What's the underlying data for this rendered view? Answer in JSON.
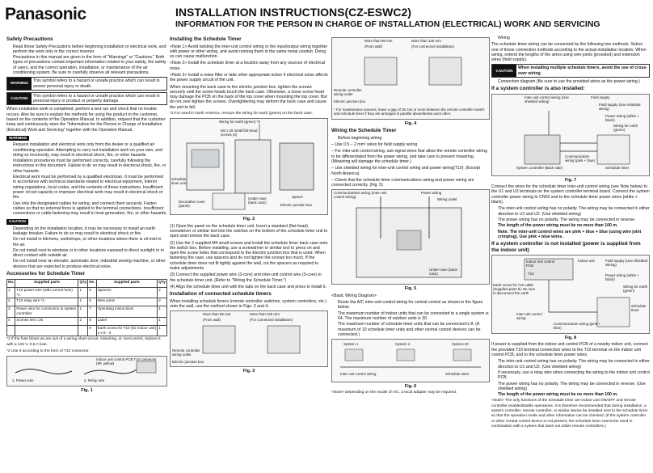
{
  "header": {
    "brand": "Panasonic",
    "title_line1": "INSTALLATION INSTRUCTIONS(CZ-ESWC2)",
    "title_line2": "INFORMATION FOR THE PERSON IN CHARGE OF INSTALLATION (ELECTRICAL) WORK AND SERVICING"
  },
  "col1": {
    "safety_heading": "Safety Precautions",
    "safety_bullets": [
      "Read these Safety Precautions before beginning installation or electrical work, and perform the work only in the correct manner.",
      "Precautions in this manual are given in the form of \"Warnings\" or \"Cautions.\" Both types of precautions contain important information related to your safety, the safety of users, and the correct operation, installation, or maintenance of the air conditioning system. Be sure to carefully observe all relevant precautions."
    ],
    "warning_tag": "WARNING",
    "warning_text": "This symbol refers to a hazard or unsafe practice which can result in severe personal injury or death.",
    "caution_tag": "CAUTION",
    "caution_text": "This symbol refers to a hazard or unsafe practice which can result in personal injury or product or property damage.",
    "after_text": "When installation work is completed, perform a test run and check that no trouble occurs. Also be sure to explain the methods for using the product to the customer, based on the contents of the Operation Manual. In addition, request that the customer keep and continuously store the \"Information for the Person in Charge of Installation (Electrical) Work and Servicing\" together with the Operation Manual.",
    "warning_bullets": [
      "Request installation and electrical work only from the dealer or a qualified air conditioning specialist. Attempting to carry out installation work on your own, and doing so incorrectly, may result in electrical shock, fire, or other hazards.",
      "Installation procedures must be performed correctly, carefully following the instructions in this document. Failure to do so may result in electrical shock, fire, or other hazards.",
      "Electrical work must be performed by a qualified electrician. It must be performed in accordance with technical standards related to electrical equipment, interior wiring regulations, local codes, and the contents of these instructions. Insufficient power circuit capacity or improper electrical work may result in electrical shock or fire.",
      "Use only the designated cables for wiring, and connect them securely. Fasten cables so that no external force is applied to the terminal connections. Insufficient connections or cable fastening may result in heat generation, fire, or other hazards."
    ],
    "caution_bullets": [
      "Depending on the installation location, it may be necessary to install an earth leakage breaker. Failure to do so may result in electrical shock or fire.",
      "Do not install in kitchens, workshops, or other locations where there is oil mist in the air.",
      "Do not install next to windows or in other locations exposed to direct sunlight or in direct contact with outside air.",
      "Do not install near an elevator, automatic door, industrial sewing machine, or other devices that are expected to produce electrical noise."
    ],
    "accessories_heading": "Accessories for Schedule Timer",
    "acc_headers": [
      "No.",
      "Supplied parts",
      "Q'ty",
      "No.",
      "Supplied parts",
      "Q'ty"
    ],
    "acc_rows": [
      [
        "1",
        "T10 power wire (with current fuse) *1",
        "1",
        "5",
        "Spacers",
        "2"
      ],
      [
        "2",
        "T10 relay wire *2",
        "1",
        "6",
        "Wire joints",
        "2"
      ],
      [
        "3",
        "Power wire for connection to system controller",
        "1",
        "7",
        "Operating instructions",
        "1"
      ],
      [
        "4",
        "Screws M4 x 25",
        "2",
        "8",
        "Label",
        "1"
      ],
      [
        "",
        "",
        "",
        "9",
        "Earth screw for T10 (for indoor unit) 4 x 6 - 3",
        "1"
      ]
    ],
    "acc_note1": "*1 If the fuse blows as are suit of a wiring short-circuit, miswiring, or overcurrent, replace it with a 125 V, 0.5 A fuse.",
    "acc_note2": "*2 Use it according to the form of T10 connector.",
    "fig1_caption": "Fig. 1",
    "fig1_labels": [
      "1. Power wire",
      "2. Relay wire",
      "Indoor unit control PCB T10 connector (6P, yellow)"
    ]
  },
  "col2": {
    "heading": "Installing the Schedule Timer",
    "notes": [
      "<Note 1> Avoid twisting the inter-unit control wiring or the input/output wiring together with power or other wiring, and avoid running them in the same metal conduit. Doing so can cause malfunction.",
      "<Note 2> Install the schedule timer at a location away from any sources of electrical noise.",
      "<Note 3> Install a noise filter or take other appropriate action if electrical noise affects the power supply circuit of the unit."
    ],
    "mount_text": "When mounting the back case to the electric junction box, tighten the screws securely until the screw heads touch the back case. Otherwise, a loose screw head may damage the PCB on the back of the top cover when mounting the top cover. But do not over-tighten the screws. Overtightening may deform the back case and cause the unit to fall.",
    "mount_note": "*3 For used in North America, remove the wiring for earth (green) on the back case.",
    "fig2_labels": [
      "Wiring for earth (green) *3",
      "M4 x 25 small flat-head screws (2)",
      "Schedule timer unit",
      "Decorative cover (panel)",
      "Under-case (back case)",
      "Spacer",
      "Electric junction box"
    ],
    "fig2_caption": "Fig. 2",
    "steps": [
      "(1) Open the panel on the schedule timer unit. Insert a standard (flat-head) screwdriver or similar tool into the notches on the bottom of the schedule timer unit to open and remove the back case.",
      "(2) Use the 2 supplied M4 small screws and install the schedule timer back case onto the switch box. Before installing, use a screwdriver or similar tool to press on and open the screw holes that correspond to the Electric junction box that is used. When fastening the case, use spacers and do not tighten the screws too much. If the schedule timer does not fit tightly against the wall, cut the spacers as required to make adjustments.",
      "(3) Connect the supplied power wire (3-core) and inter-unit control wire (3-core) to the schedule timer unit. (Refer to \"Wiring the Schedule Timer.\")",
      "(4) Align the schedule timer unit with the tabs on the back case and press to install it."
    ],
    "conn_heading": "Installation of connected schedule timers",
    "conn_text": "When installing schedule timers (remote controller switches, system controllers, etc.) onto the wall, use the method shown in Figs. 3 and 4.",
    "fig3_labels": [
      "More than 95 mm",
      "More than 125 mm",
      "(From wall)",
      "(For connected installation)",
      "Remote controller wiring outlet",
      "Electric junction box"
    ],
    "fig3_caption": "Fig. 3"
  },
  "col3": {
    "fig4_labels": [
      "More than 95 mm",
      "More than 125 mm",
      "(From wall)",
      "(For connected installation)",
      "Remote controller wiring outlet",
      "Electric junction box"
    ],
    "fig4_note": "* For maintenance reasons, leave a gap of 25 mm or more between the remote controller switch and schedule timer if they are arranged in parallel above/below each other.",
    "fig4_caption": "Fig. 4",
    "wiring_heading": "Wiring the Schedule Timer",
    "wiring_bullets": [
      "Before beginning wiring",
      "– Use 0.5 – 2 mm² wires for field supply wiring.",
      "– For inter-unit control wiring, use signal wires that allow the remote controller wiring to be differentiated from the power wiring, and take care to prevent miswiring. (Miswiring will damage the schedule timer.)",
      "– Use shielded wiring for inter-unit control wiring and power wiring(T10). (Except North America)",
      "– Check that the schedule timer communications wiring and power wiring are connected correctly. (Fig. 5)"
    ],
    "fig5_labels": [
      "Communications wiring (Inter-unit control wiring)",
      "Power wiring",
      "Wiring outlet",
      "Under-case (back case)"
    ],
    "fig5_caption": "Fig. 5",
    "basic_heading": "<Basic Wiring Diagram>",
    "basic_bullets": [
      "Route the A/C inter-unit control wiring for central control as shown in the figure below.",
      "The maximum number of indoor units that can be connected to a single system is 64. The maximum number of outdoor units is 30.",
      "The maximum number of schedule timer units that can be connected is 8. (A maximum of 10 schedule timer units and other central control devices can be connected.)"
    ],
    "fig6_labels": [
      "System 1",
      "System 2",
      "System 30",
      "Inter-unit control wiring",
      "Schedule timer"
    ],
    "fig6_caption": "Fig. 6",
    "fig6_note": "<Note> Depending on the model of A/C, a local adapter may be required."
  },
  "col4": {
    "wiring_bullet": "Wiring",
    "wiring_text": "The schedule timer wiring can be connected by the following two methods. Select one of these connection methods according to the actual installation location. When wiring, extend the lengths of the wires using wire joints (provided) and extension wires (field supply).",
    "caution_tag": "CAUTION",
    "caution_text": "When installing multiple schedule timers, avoid the use of cross-over wiring.",
    "diag_text": "Connection diagram (Be sure to use the provided wires as the power wiring.)",
    "sub1_heading": "If a system controller is also installed:",
    "fig7_labels": [
      "Inter-unit control wiring (Use shielded wiring)",
      "Field supply",
      "Field supply (Use shielded wiring)",
      "Power wiring (white + black)",
      "Wiring for earth (green)",
      "Communication wiring (pink + blue)",
      "System controller (Back side)",
      "Schedule timer"
    ],
    "fig7_caption": "Fig. 7",
    "sub1_text": "Connect the wires for the schedule timer inter-unit control wiring (see Note below) to the U1 and U2 terminals on the system controller terminal board. Connect the system controller power wiring to CN02 and to the schedule timer power wires (white + black).",
    "sub1_bullets": [
      "The inter-unit control wiring has no polarity. The wiring may be connected in either direction to U1 and U2. (Use shielded wiring)",
      "The power wiring has no polarity. The wiring may be connected in reverse.",
      "The length of the power wiring must be no more than 100 m.",
      "Note: The inter-unit control wires are pink + blue + blue (using wire joint crimping). Use pink + blue wires."
    ],
    "sub2_heading": "If a system controller is not installed (power is supplied from the indoor unit)",
    "fig8_labels": [
      "Indoor unit control PCB",
      "T10",
      "Indoor unit",
      "Field supply (Use Shielded Wiring)",
      "Earth screw for T10 cable (Supplied parts 9). Be sure to disconnect the earth",
      "Power wiring (white + black)",
      "Wiring for earth (green)",
      "Inter-unit control wiring",
      "Communication wiring (pink + blue)",
      "Schedule timer"
    ],
    "fig8_caption": "Fig. 8",
    "sub2_text": "If power is supplied from the indoor unit control PCB of a nearby indoor unit, connect the provided T10 terminal connection wires to the T10 terminal on the indoor unit control PCB, and to the schedule timer power wires.",
    "sub2_bullets": [
      "The inter-unit control wiring has no polarity. The wiring may be connected in either direction to U1 and U2. (Use shielded wiring)",
      "If necessary, use a relay wire when connecting the wiring to the indoor unit control PCB.",
      "The power wiring has no polarity. The wiring may be connected in reverse. (Use shielded wiring)",
      "The length of the power wiring must be no more than 100 m."
    ],
    "final_note": "<Note> The only functions of the schedule timer are indoor unit ON/OFF and remote controller enable/disable operations. It is therefore recommended that during installation, a system controller, remote controller, or similar device be installed next to the schedule timer so that the operation mode and other information can be checked. (If the system controller or other central control device is not present, the schedule timer cannot be used in combination with a system that does not utilize remote controllers.)"
  }
}
